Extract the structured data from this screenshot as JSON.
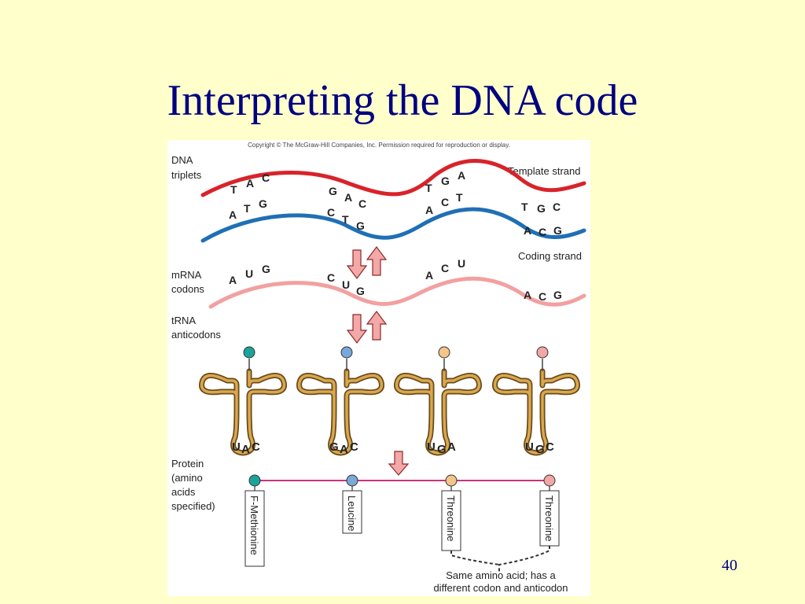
{
  "title": "Interpreting the DNA code",
  "page_number": "40",
  "figure": {
    "copyright": "Copyright © The McGraw-Hill Companies, Inc. Permission required for reproduction or display.",
    "labels": {
      "dna_line1": "DNA",
      "dna_line2": "triplets",
      "template_strand": "Template strand",
      "coding_strand": "Coding strand",
      "mrna_line1": "mRNA",
      "mrna_line2": "codons",
      "trna_line1": "tRNA",
      "trna_line2": "anticodons",
      "protein_line1": "Protein",
      "protein_line2": "(amino",
      "protein_line3": "acids",
      "protein_line4": "specified)"
    },
    "template_triplets": [
      [
        "T",
        "A",
        "C"
      ],
      [
        "G",
        "A",
        "C"
      ],
      [
        "T",
        "G",
        "A"
      ],
      [
        "T",
        "G",
        "C"
      ]
    ],
    "coding_triplets": [
      [
        "A",
        "T",
        "G"
      ],
      [
        "C",
        "T",
        "G"
      ],
      [
        "A",
        "C",
        "T"
      ],
      [
        "A",
        "C",
        "G"
      ]
    ],
    "mrna_codons": [
      [
        "A",
        "U",
        "G"
      ],
      [
        "C",
        "U",
        "G"
      ],
      [
        "A",
        "C",
        "U"
      ],
      [
        "A",
        "C",
        "G"
      ]
    ],
    "anticodons": [
      [
        "U",
        "A",
        "C"
      ],
      [
        "G",
        "A",
        "C"
      ],
      [
        "U",
        "G",
        "A"
      ],
      [
        "U",
        "G",
        "C"
      ]
    ],
    "amino_acids": [
      "F-Methionine",
      "Leucine",
      "Threonine",
      "Threonine"
    ],
    "note_line1": "Same amino acid; has a",
    "note_line2": "different codon and anticodon",
    "colors": {
      "template": "#d8232a",
      "coding": "#1f6fb5",
      "mrna": "#f2a0a0",
      "trna": "#b8863b",
      "protein_line": "#cc3377",
      "arrow_fill": "#f4a8a8",
      "ball_1": "#1aa39a",
      "ball_2": "#7aa8d8",
      "ball_3": "#f4c48a",
      "ball_4": "#f2a6a6"
    }
  }
}
